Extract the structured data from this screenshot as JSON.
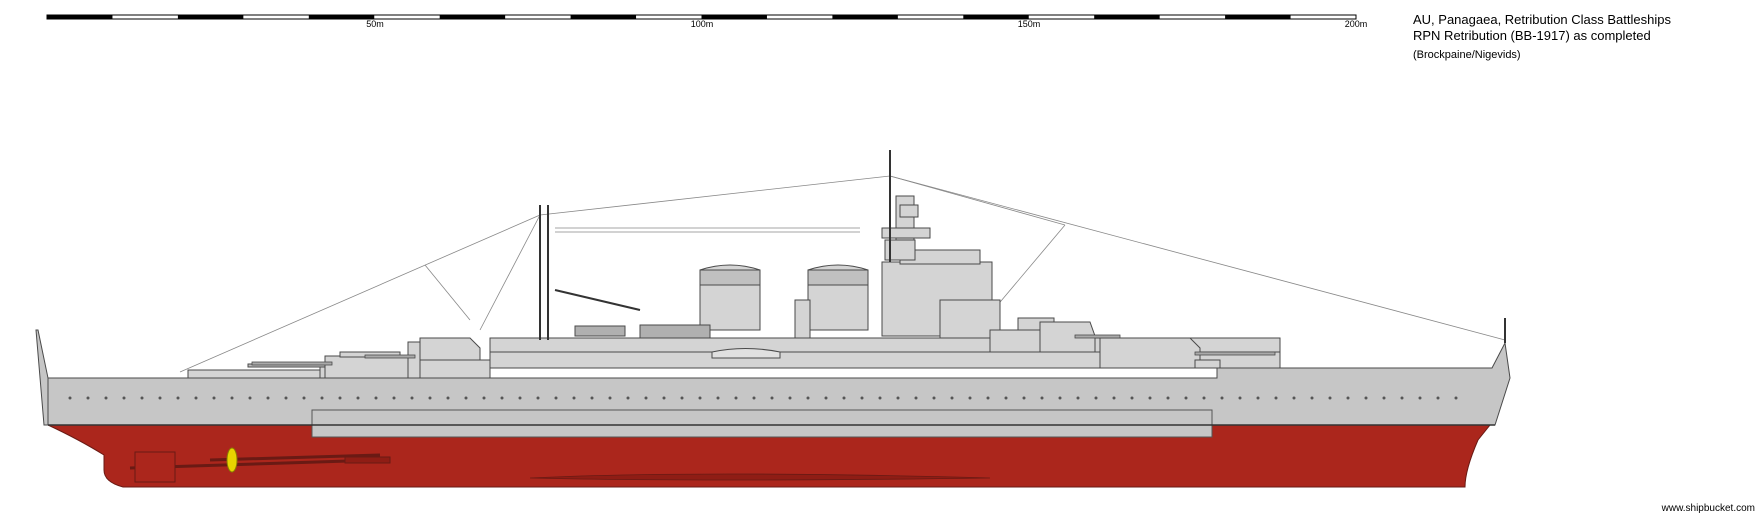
{
  "scale_bar": {
    "labels": [
      {
        "text": "50m"
      },
      {
        "text": "100m"
      },
      {
        "text": "150m"
      },
      {
        "text": "200m"
      }
    ]
  },
  "title": {
    "line1": "AU, Panagaea, Retribution Class Battleships",
    "line2": "RPN Retribution (BB-1917) as completed",
    "credit": "(Brockpaine/Nigevids)"
  },
  "watermark": "www.shipbucket.com",
  "colors": {
    "hull_upper": "#c6c6c6",
    "hull_lower": "#ab261c",
    "outline": "#4a4a4a",
    "deck": "#d4d4d4",
    "propeller": "#e8d400"
  }
}
